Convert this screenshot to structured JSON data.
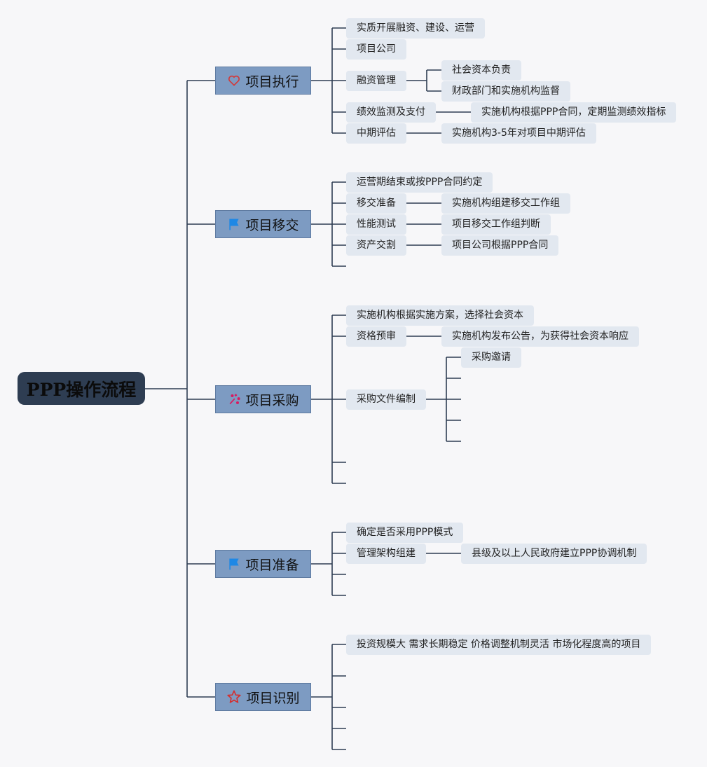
{
  "root": {
    "label": "PPP操作流程"
  },
  "branches": [
    {
      "label": "项目执行",
      "icon": "heart-icon",
      "items": [
        {
          "label": "实质开展融资、建设、运营"
        },
        {
          "label": "项目公司"
        },
        {
          "label": "融资管理",
          "children": [
            "社会资本负责",
            "财政部门和实施机构监督"
          ]
        },
        {
          "label": "绩效监测及支付",
          "children": [
            "实施机构根据PPP合同，定期监测绩效指标"
          ]
        },
        {
          "label": "中期评估",
          "children": [
            "实施机构3-5年对项目中期评估"
          ]
        }
      ]
    },
    {
      "label": "项目移交",
      "icon": "flag-icon",
      "items": [
        {
          "label": "运营期结束或按PPP合同约定"
        },
        {
          "label": "移交准备",
          "children": [
            "实施机构组建移交工作组"
          ]
        },
        {
          "label": "性能测试",
          "children": [
            "项目移交工作组判断"
          ]
        },
        {
          "label": "资产交割",
          "children": [
            "项目公司根据PPP合同"
          ]
        }
      ]
    },
    {
      "label": "项目采购",
      "icon": "sparkle-icon",
      "items": [
        {
          "label": "实施机构根据实施方案，选择社会资本"
        },
        {
          "label": "资格预审",
          "children": [
            "实施机构发布公告，为获得社会资本响应"
          ]
        },
        {
          "label": "采购文件编制",
          "children": [
            "采购邀请"
          ]
        }
      ]
    },
    {
      "label": "项目准备",
      "icon": "flag-icon",
      "items": [
        {
          "label": "确定是否采用PPP模式"
        },
        {
          "label": "管理架构组建",
          "children": [
            "县级及以上人民政府建立PPP协调机制"
          ]
        }
      ]
    },
    {
      "label": "项目识别",
      "icon": "star-icon",
      "items": [
        {
          "label": "投资规模大 需求长期稳定 价格调整机制灵活 市场化程度高的项目"
        }
      ]
    }
  ],
  "colors": {
    "connector": "#2e3d52",
    "icon_heart": "#d23a3a",
    "icon_flag": "#1e88e5",
    "icon_sparkle": "#d81b60",
    "icon_star": "#d32f2f"
  }
}
